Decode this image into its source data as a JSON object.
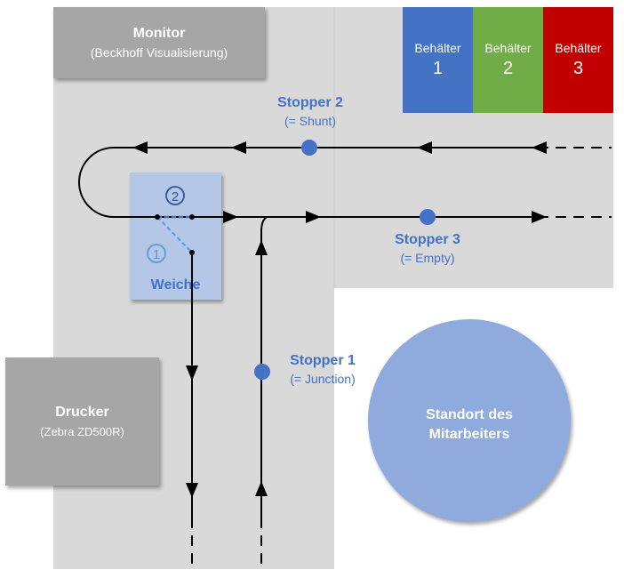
{
  "colors": {
    "floor": "#d9d9d9",
    "device": "#a6a6a6",
    "accent": "#4472c4",
    "switch_fill": "#b4c7e7",
    "worker_circle": "#8faadc",
    "bin_1": "#4472c4",
    "bin_2": "#70ad47",
    "bin_3": "#c00000",
    "track": "#000000"
  },
  "monitor": {
    "title": "Monitor",
    "subtitle": "(Beckhoff Visualisierung)"
  },
  "printer": {
    "title": "Drucker",
    "subtitle": "(Zebra ZD500R)"
  },
  "bins": [
    {
      "label": "Behälter",
      "number": "1"
    },
    {
      "label": "Behälter",
      "number": "2"
    },
    {
      "label": "Behälter",
      "number": "3"
    }
  ],
  "switch": {
    "label": "Weiche",
    "position_1": "1",
    "position_2": "2"
  },
  "stoppers": [
    {
      "name": "Stopper 1",
      "role": "(= Junction)"
    },
    {
      "name": "Stopper 2",
      "role": "(= Shunt)"
    },
    {
      "name": "Stopper 3",
      "role": "(= Empty)"
    }
  ],
  "worker_location": {
    "line1": "Standort des",
    "line2": "Mitarbeiters"
  }
}
